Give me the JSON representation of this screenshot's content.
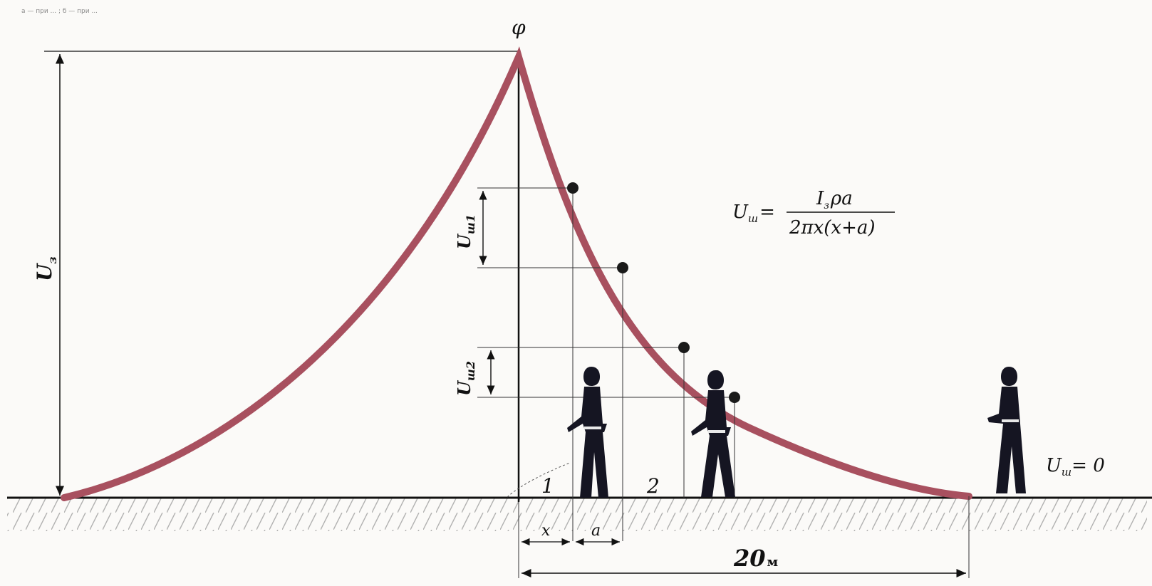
{
  "caption_top": "а — при ... ; б — при ...",
  "labels": {
    "phi": "φ",
    "u_z": "U",
    "u_z_sub": "з",
    "u_sh1": "U",
    "u_sh1_sub": "ш1",
    "u_sh2": "U",
    "u_sh2_sub": "ш2",
    "position_1": "1",
    "position_2": "2",
    "x": "x",
    "a": "a",
    "distance": "20",
    "distance_unit": "м",
    "u_sh_zero": "U",
    "u_sh_zero_sub": "ш",
    "u_sh_zero_rhs": "= 0"
  },
  "formula": {
    "lhs": "U",
    "lhs_sub": "ш",
    "equals": "=",
    "numerator": "I",
    "numerator_sub": "з",
    "numerator_rest": "ρa",
    "denominator": "2πx(x+a)"
  },
  "colors": {
    "curve": "#a8505f",
    "ink": "#111111",
    "hatch": "#9a9a9a",
    "figure": "#151522",
    "dot": "#1a1a1a"
  },
  "icons": [
    "person-figure-1",
    "person-figure-2",
    "person-figure-3"
  ]
}
